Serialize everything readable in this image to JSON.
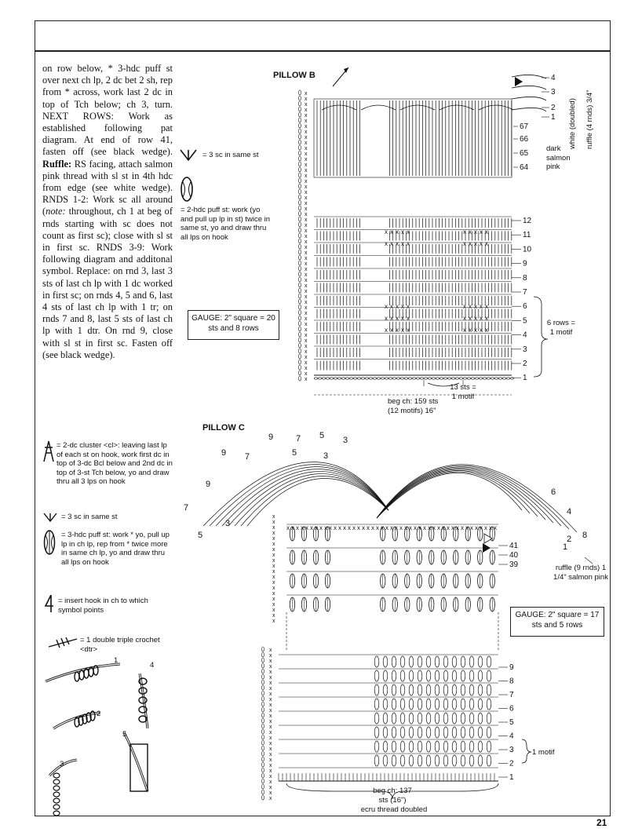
{
  "instructions": {
    "p1": "on row below, * 3-hdc puff st over next ch lp, 2 dc bet 2 sh, rep from * across, work last 2 dc in top of Tch below; ch 3, turn. NEXT ROWS: Work as established following pat diagram. At end of row 41, fasten off (see black wedge).",
    "ruffle_label": "Ruffle:",
    "p2": " RS facing, attach salmon pink thread with sl st in 4th hdc from edge (see white wedge). RNDS 1-2: Work sc all around (",
    "note": "note:",
    "p3": " throughout, ch 1 at beg of rnds starting with sc does not count as first sc); close with sl st in first sc. RNDS 3-9: Work following diagram and additonal symbol. Replace: on rnd 3, last 3 sts of last ch lp with 1 dc worked in first sc; on rnds 4, 5 and 6, last 4 sts of last ch lp with 1 tr; on rnds 7 and 8, last 5 sts of last ch lp with 1 dtr. On rnd 9, close with sl st in first sc. Fasten off (see black wedge)."
  },
  "pillow_b": {
    "title": "PILLOW B",
    "key_3sc": "= 3 sc in same st",
    "key_puff": "= 2-hdc puff st: work (yo and pull up lp in st) twice in same st, yo and draw thru all lps on hook",
    "gauge": "GAUGE: 2\" square = 20 sts and 8 rows",
    "rows_top": [
      "4",
      "3",
      "2",
      "1",
      "67",
      "66",
      "65",
      "64"
    ],
    "rows_bottom": [
      "12",
      "11",
      "10",
      "9",
      "8",
      "7",
      "6",
      "5",
      "4",
      "3",
      "2",
      "1"
    ],
    "ruffle_side": "ruffle (4 rnds) 3/4\"",
    "white_doubled": "white (doubled)",
    "dark_salmon": "dark salmon pink",
    "six_rows": "6 rows = 1 motif",
    "thirteen_sts": "13 sts = 1 motif",
    "beg_ch": "beg ch: 159 sts",
    "twelve_motifs": "(12 motifs) 16\""
  },
  "pillow_c": {
    "title": "PILLOW C",
    "key_cluster": "= 2-dc cluster <cl>: leaving last lp of each st on hook, work first dc in top of 3-dc Bcl below and 2nd dc in top of 3-st Tch below, yo and draw thru all 3 lps on hook",
    "key_3sc": "= 3 sc in same st",
    "key_puff": "= 3-hdc puff st: work * yo, pull up lp in ch lp, rep from * twice more in same ch lp, yo and draw thru all lps on hook",
    "key_insert": "= insert hook in ch to which symbol points",
    "key_dtr": "= 1 double triple crochet <dtr>",
    "steps": [
      "1",
      "2",
      "3",
      "4",
      "5"
    ],
    "rows_top": [
      "41",
      "40",
      "39"
    ],
    "rows_bottom": [
      "9",
      "8",
      "7",
      "6",
      "5",
      "4",
      "3",
      "2",
      "1"
    ],
    "ruffle_rounds": [
      "9",
      "7",
      "5",
      "3",
      "9",
      "7",
      "5",
      "3",
      "9",
      "7",
      "5",
      "3",
      "6",
      "4",
      "8",
      "2",
      "1"
    ],
    "ruffle_note": "ruffle (9 rnds) 1 1/4\" salmon pink",
    "gauge": "GAUGE: 2\" square = 17 sts and 5 rows",
    "one_motif": "1 motif",
    "beg_ch": "beg ch: 137 sts (16\")",
    "ecru": "ecru thread doubled"
  },
  "page_number": "21"
}
